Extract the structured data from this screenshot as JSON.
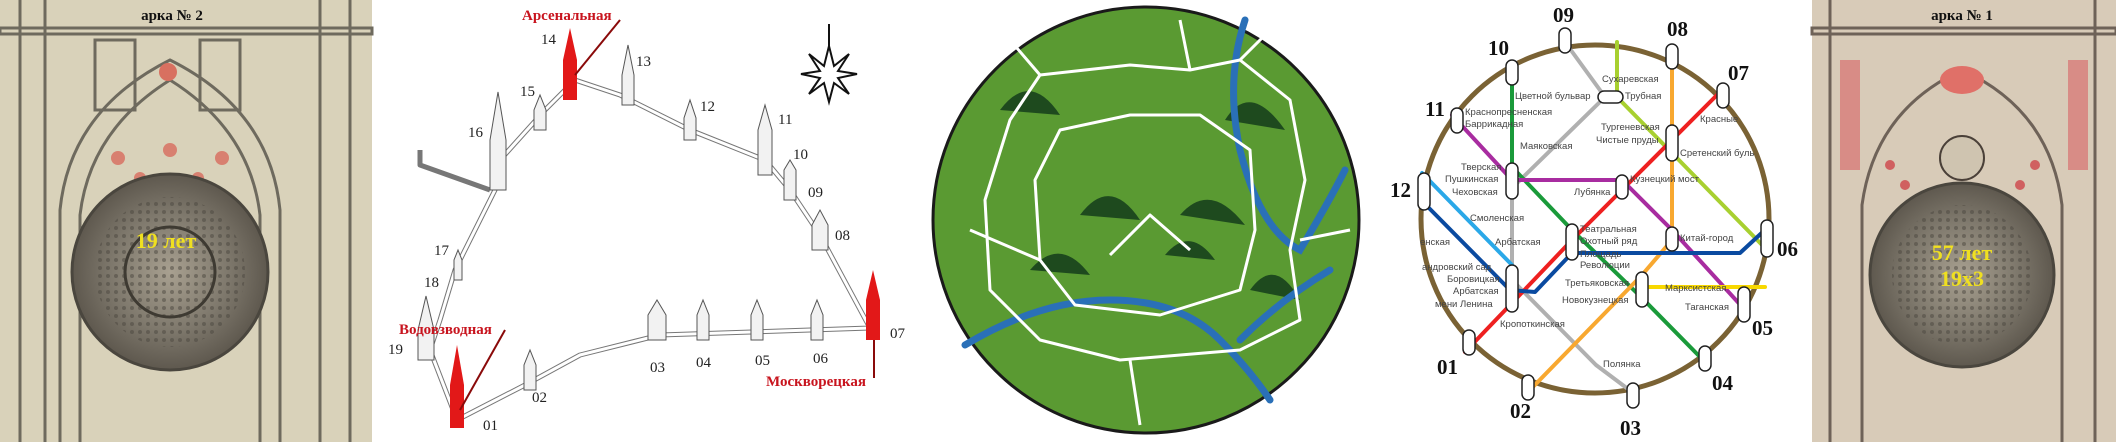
{
  "arch_left": {
    "title": "арка № 2",
    "years": "19 лет"
  },
  "arch_right": {
    "title": "арка № 1",
    "years": "57 лет",
    "formula": "19х3"
  },
  "kremlin": {
    "towers": [
      "01",
      "02",
      "03",
      "04",
      "05",
      "06",
      "07",
      "08",
      "09",
      "10",
      "11",
      "12",
      "13",
      "14",
      "15",
      "16",
      "17",
      "18",
      "19"
    ],
    "highlighted": {
      "arsenal": "Арсенальная",
      "vodovzvodnaya": "Водовзводная",
      "moskvoretskaya": "Москворецкая"
    }
  },
  "metro": {
    "hours": [
      "01",
      "02",
      "03",
      "04",
      "05",
      "06",
      "07",
      "08",
      "09",
      "10",
      "11",
      "12"
    ],
    "stations": {
      "sukharevskaya": "Сухаревская",
      "tsvetnoy": "Цветной бульвар",
      "trubnaya": "Трубная",
      "krasnopresnenskaya": "Краснопресненская",
      "barrikadnaya": "Баррикадная",
      "krasnye": "Красные",
      "mayakovskaya": "Маяковская",
      "turgenevskaya": "Тургеневская",
      "chistye": "Чистые пруды",
      "sretensky": "Сретенский буль",
      "tverskaya": "Тверская",
      "pushkinskaya": "Пушкинская",
      "chekhovskaya": "Чеховская",
      "kuznetsky": "Кузнецкий мост",
      "lubyanka": "Лубянка",
      "smolenskaya": "Смоленская",
      "smolenskaya2": "енская",
      "arbatskaya": "Арбатская",
      "teatralnaya": "Театральная",
      "okhotny": "Охотный ряд",
      "ploshchad1": "Площадь",
      "ploshchad2": "Революции",
      "kitay": "Китай-город",
      "aleksandrovsky": "андровский сад",
      "borovitskaya": "Боровицкая",
      "arbatskaya2": "Арбатская",
      "lenina": "мени Ленина",
      "tretyakovskaya": "Третьяковская",
      "novokuznetskaya": "Новокузнецкая",
      "marksistskaya": "Марксистская",
      "taganskaya": "Таганская",
      "kropotkinskaya": "Кропоткинская",
      "polyanka": "Полянка"
    }
  },
  "colors": {
    "ring": "#7a6234",
    "red": "#ee2020",
    "green": "#1a9a3a",
    "grey": "#b0b0b0",
    "lightgreen": "#a8d030",
    "orange": "#f8a830",
    "purple": "#a82ca0",
    "blue": "#0a4aa0",
    "lightblue": "#2aa8e8",
    "yellow": "#f8d800",
    "field": "#5a9a32",
    "river": "#2a70b8"
  }
}
